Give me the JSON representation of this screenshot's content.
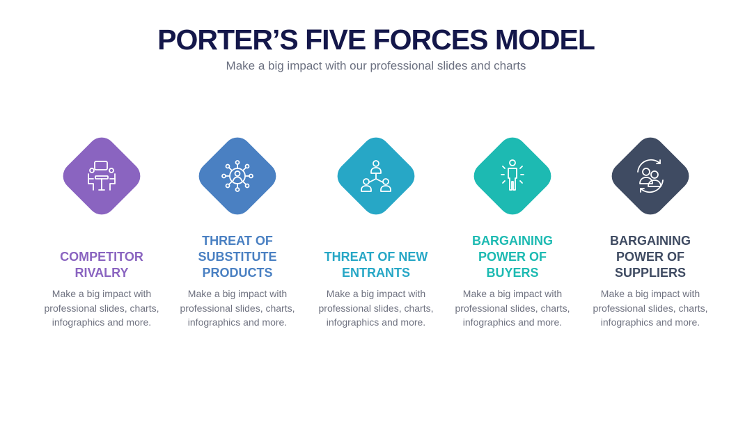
{
  "header": {
    "title": "PORTER’S FIVE FORCES MODEL",
    "subtitle": "Make a big impact with our professional slides and charts"
  },
  "forces": [
    {
      "heading_lines": [
        "COMPETITOR",
        "RIVALRY"
      ],
      "description": "Make a big impact with professional slides, charts, infographics and more.",
      "color": "#8a64c0",
      "icon": "meeting-table-icon"
    },
    {
      "heading_lines": [
        "THREAT OF",
        "SUBSTITUTE",
        "PRODUCTS"
      ],
      "description": "Make a big impact with professional slides, charts, infographics and more.",
      "color": "#4a80c2",
      "icon": "network-person-icon"
    },
    {
      "heading_lines": [
        "THREAT OF NEW",
        "ENTRANTS"
      ],
      "description": "Make a big impact with professional slides, charts, infographics and more.",
      "color": "#27a7c6",
      "icon": "hierarchy-people-icon"
    },
    {
      "heading_lines": [
        "BARGAINING",
        "POWER OF",
        "BUYERS"
      ],
      "description": "Make a big impact with professional slides, charts, infographics and more.",
      "color": "#1dbab2",
      "icon": "person-rays-icon"
    },
    {
      "heading_lines": [
        "BARGAINING",
        "POWER OF",
        "SUPPLIERS"
      ],
      "description": "Make a big impact with professional slides, charts, infographics and more.",
      "color": "#3f4b62",
      "icon": "exchange-people-icon"
    }
  ]
}
